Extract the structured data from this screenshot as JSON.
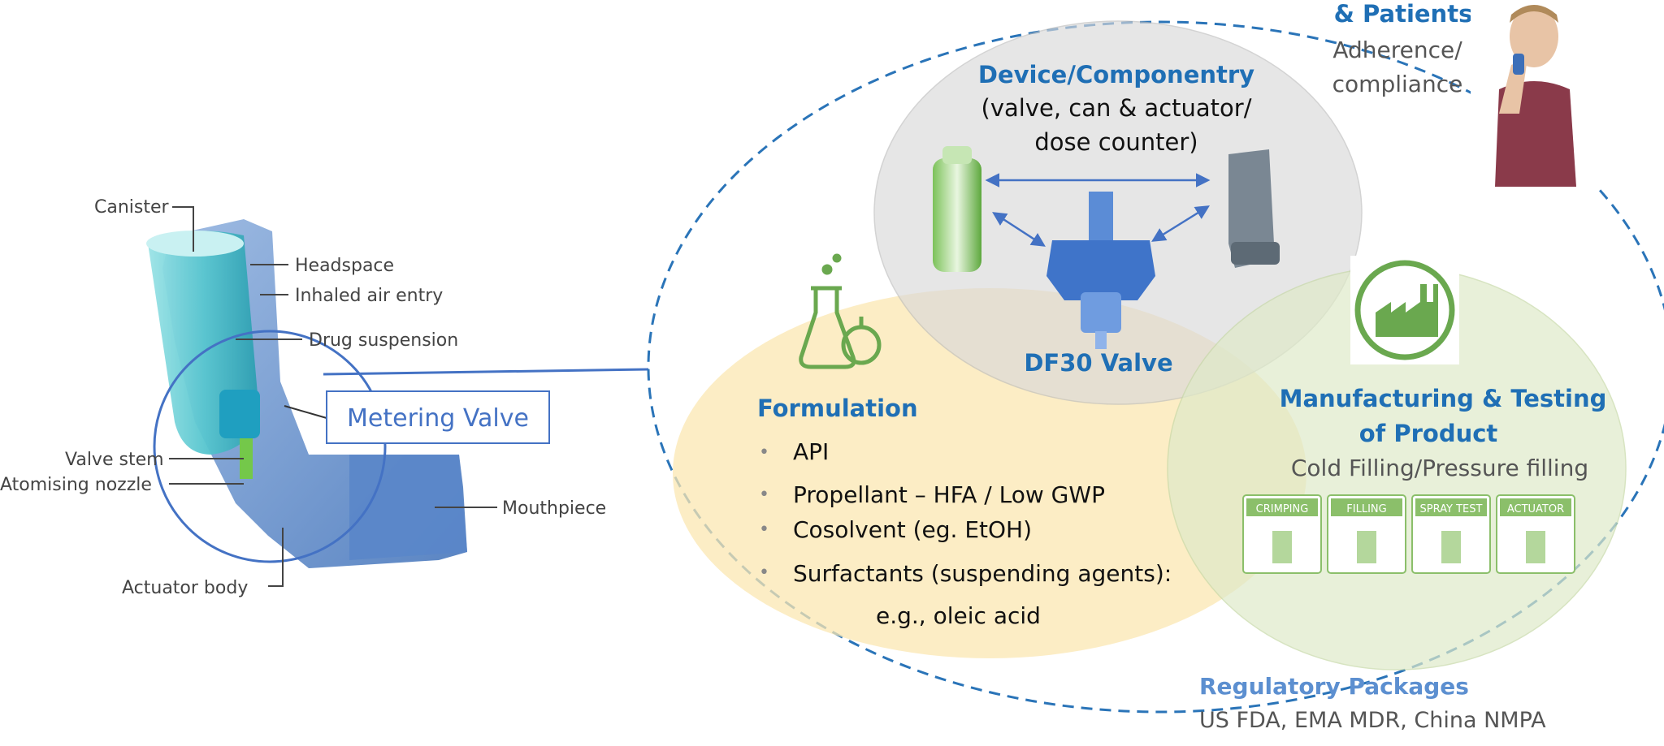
{
  "inhaler": {
    "labels": {
      "canister": "Canister",
      "headspace": "Headspace",
      "inhaled_air_entry": "Inhaled air entry",
      "drug_suspension": "Drug suspension",
      "valve_stem": "Valve stem",
      "atomising_nozzle": "Atomising nozzle",
      "mouthpiece": "Mouthpiece",
      "actuator_body": "Actuator body"
    },
    "callout": "Metering Valve"
  },
  "device": {
    "title": "Device/Componentry",
    "line1": "(valve, can & actuator/",
    "line2": "dose counter)",
    "valve_label": "DF30 Valve"
  },
  "formulation": {
    "title": "Formulation",
    "items": [
      "API",
      "Propellant – HFA / Low GWP",
      "Cosolvent (eg. EtOH)",
      "Surfactants (suspending agents):"
    ],
    "sub_item": "e.g., oleic acid"
  },
  "manufacturing": {
    "title_line1": "Manufacturing & Testing",
    "title_line2": "of Product",
    "subtitle": "Cold Filling/Pressure filling",
    "steps": [
      "CRIMPING",
      "FILLING",
      "SPRAY TEST",
      "ACTUATOR"
    ]
  },
  "patients": {
    "title": "& Patients",
    "line1": "Adherence/",
    "line2": "compliance"
  },
  "regulatory": {
    "title": "Regulatory Packages",
    "line": "US FDA, EMA MDR, China NMPA"
  },
  "colors": {
    "blue_title": "#1f6fb5",
    "dashed": "#2a74b8",
    "device_fill": "#d9d9d9",
    "formulation_fill": "#fbe7b2",
    "manufacturing_fill": "#dfeac9",
    "green_icon": "#6aa84f",
    "callout": "#4472c4"
  }
}
